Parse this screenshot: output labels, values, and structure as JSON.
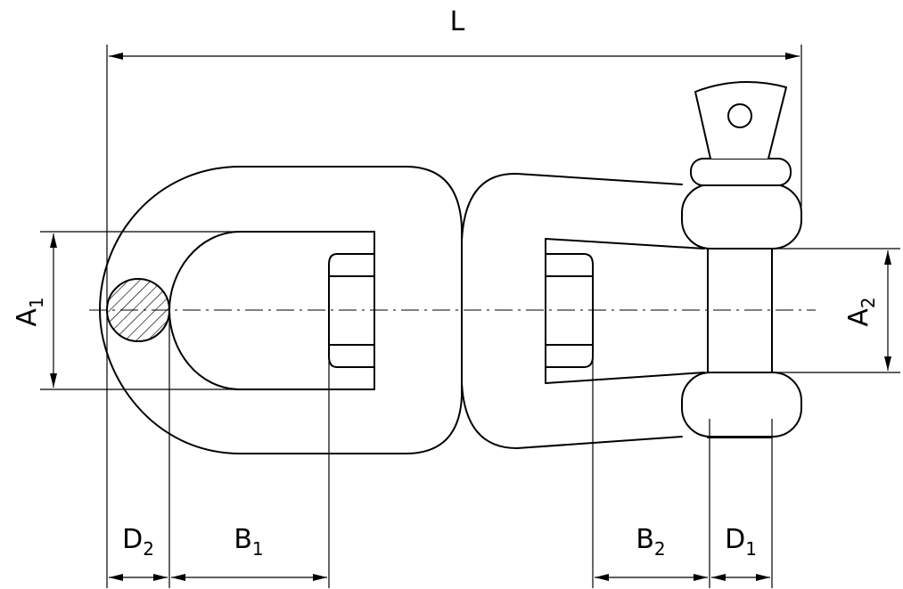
{
  "dimensions": {
    "overall_length": "L",
    "a1": {
      "letter": "A",
      "sub": "1"
    },
    "a2": {
      "letter": "A",
      "sub": "2"
    },
    "b1": {
      "letter": "B",
      "sub": "1"
    },
    "b2": {
      "letter": "B",
      "sub": "2"
    },
    "d1": {
      "letter": "D",
      "sub": "1"
    },
    "d2": {
      "letter": "D",
      "sub": "2"
    }
  },
  "colors": {
    "stroke": "#000000",
    "background": "#ffffff",
    "hatch": "#000000"
  }
}
